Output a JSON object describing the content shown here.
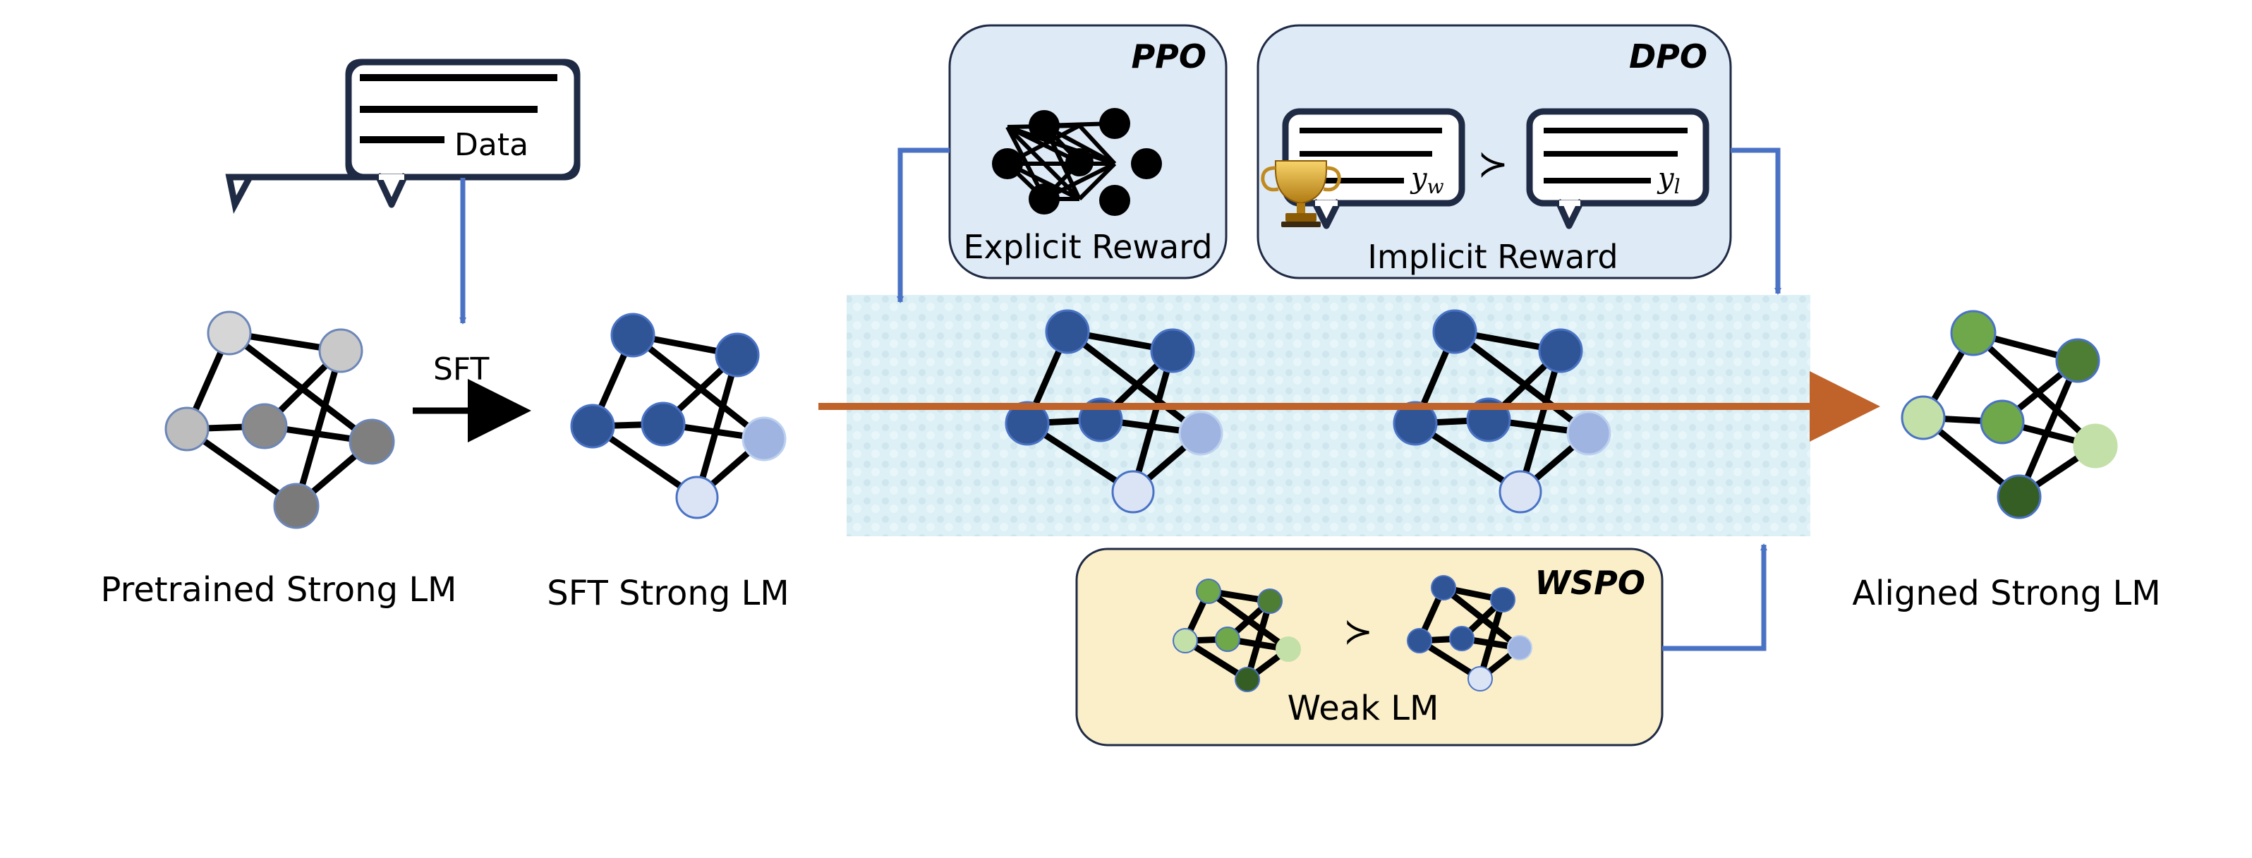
{
  "labels": {
    "data": "Data",
    "sft": "SFT",
    "pretrained": "Pretrained Strong LM",
    "sft_model": "SFT Strong LM",
    "aligned": "Aligned Strong LM"
  },
  "boxes": {
    "ppo": {
      "title": "PPO",
      "caption": "Explicit Reward"
    },
    "dpo": {
      "title": "DPO",
      "caption": "Implicit Reward",
      "preferred": "y",
      "preferred_sub": "w",
      "rejected": "y",
      "rejected_sub": "l"
    },
    "wspo": {
      "title": "WSPO",
      "caption": "Weak LM"
    }
  },
  "symbols": {
    "succ": "≻"
  },
  "colors": {
    "blue_arrow": "#4a72c4",
    "orange_arrow": "#c0632a",
    "ppo_dpo_fill": "#deeaf6",
    "wspo_fill": "#fbefc9",
    "box_border": "#1f2a44",
    "band": "#d9eef5"
  },
  "icons": [
    "document-bubble-icon",
    "neural-network-icon",
    "trophy-icon"
  ]
}
